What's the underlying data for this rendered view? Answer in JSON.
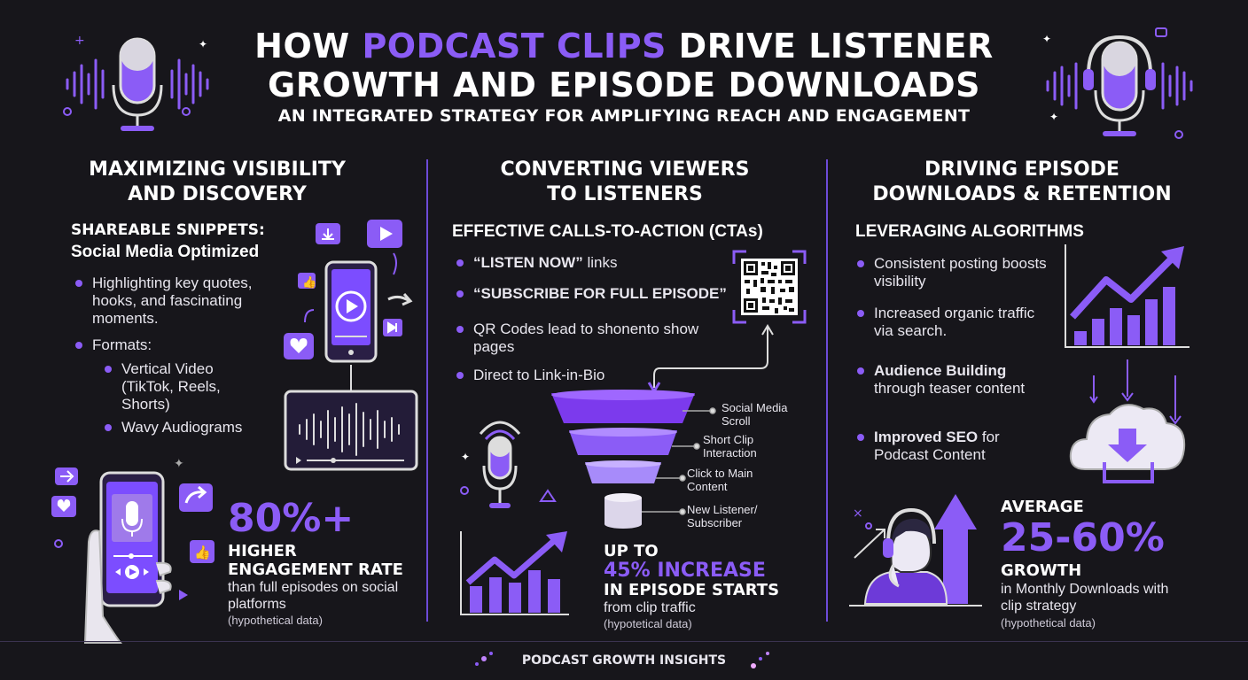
{
  "header": {
    "title_pre": "HOW ",
    "title_accent": "PODCAST CLIPS",
    "title_post": " DRIVE LISTENER",
    "title_line2": "GROWTH AND EPISODE DOWNLOADS",
    "subtitle": "AN INTEGRATED STRATEGY FOR AMPLIFYING REACH AND ENGAGEMENT"
  },
  "col1": {
    "heading_1": "MAXIMIZING VISIBILITY",
    "heading_2": "AND DISCOVERY",
    "sub_1": "SHAREABLE SNIPPETS:",
    "sub_2": "Social Media Optimized",
    "bullet_1": "Highlighting key quotes, hooks, and fascinating moments.",
    "bullet_2": "Formats:",
    "sub_bullet_1": "Vertical Video (TikTok, Reels, Shorts)",
    "sub_bullet_2": "Wavy Audiograms",
    "stat_big": "80%+",
    "stat_head": "HIGHER ENGAGEMENT RATE",
    "stat_txt": "than full episodes on social platforms",
    "stat_note": "(hypothetical data)"
  },
  "col2": {
    "heading_1": "CONVERTING VIEWERS",
    "heading_2": "TO LISTENERS",
    "sub": "EFFECTIVE CALLS-TO-ACTION (CTAs)",
    "bullet_1_bold": "“LISTEN NOW”",
    "bullet_1_rest": " links",
    "bullet_2": "“SUBSCRIBE FOR FULL EPISODE”",
    "bullet_3": "QR Codes lead to shonento show pages",
    "bullet_4": "Direct to Link-in-Bio",
    "funnel": [
      "Social Media Scroll",
      "Short Clip Interaction",
      "Click to Main Content",
      "New Listener/ Subscriber"
    ],
    "stat_pre": "UP TO",
    "stat_big": "45% INCREASE",
    "stat_head": "IN EPISODE STARTS",
    "stat_txt": "from clip traffic",
    "stat_note": "(hypotetical data)"
  },
  "col3": {
    "heading_1": "DRIVING EPISODE",
    "heading_2": "DOWNLOADS & RETENTION",
    "sub": "LEVERAGING ALGORITHMS",
    "bullet_1": "Consistent posting boosts visibility",
    "bullet_2": "Increased organic traffic via search.",
    "bullet_3_bold": "Audience Building",
    "bullet_3_rest": "through teaser content",
    "bullet_4_bold": "Improved SEO",
    "bullet_4_rest": " for",
    "bullet_4_line2": "Podcast Content",
    "stat_pre": "AVERAGE",
    "stat_big": "25-60%",
    "stat_head": "GROWTH",
    "stat_txt": "in Monthly Downloads with clip strategy",
    "stat_note": "(hypothetical data)"
  },
  "footer": {
    "label": "PODCAST GROWTH INSIGHTS"
  },
  "colors": {
    "accent": "#8b5cf6",
    "bg": "#17161b",
    "light": "#a78bfa"
  },
  "icons": [
    "microphone-icon",
    "play-icon",
    "heart-icon",
    "thumbs-up-icon",
    "share-icon",
    "download-icon",
    "qr-code-icon",
    "cloud-download-icon",
    "growth-chart-icon",
    "listener-headphones-icon"
  ]
}
